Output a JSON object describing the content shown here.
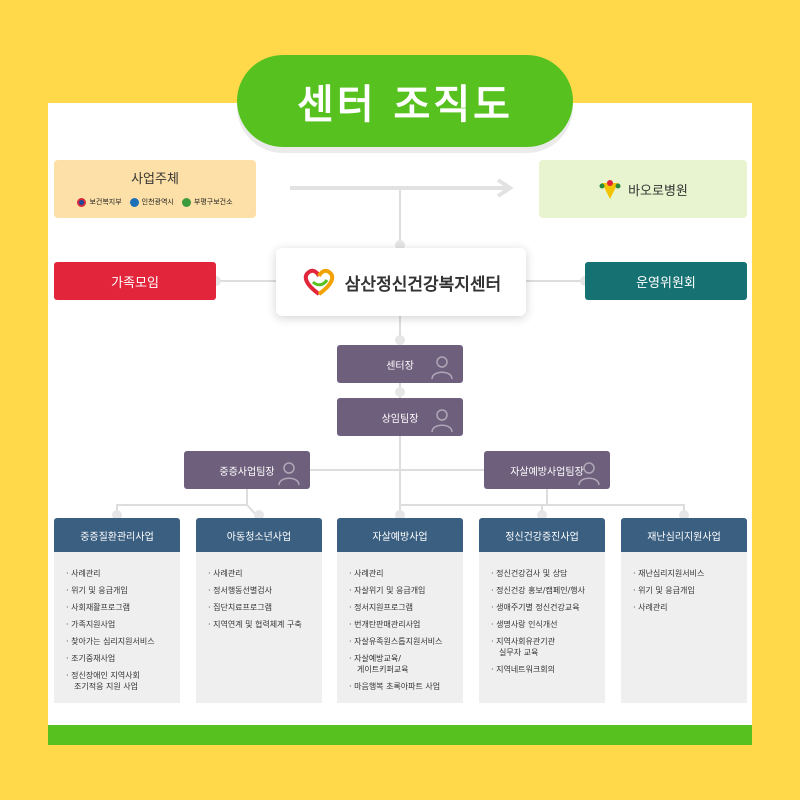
{
  "title": "센터 조직도",
  "sponsor": {
    "label": "사업주체",
    "logos": [
      "보건복지부",
      "인천광역시",
      "부평구보건소"
    ]
  },
  "hospital": {
    "label": "바오로병원"
  },
  "center": {
    "label": "삼산정신건강복지센터"
  },
  "family": {
    "label": "가족모임"
  },
  "committee": {
    "label": "운영위원회"
  },
  "director": {
    "label": "센터장"
  },
  "standing": {
    "label": "상임팀장"
  },
  "addiction_lead": {
    "label": "중증사업팀장"
  },
  "suicide_lead": {
    "label": "자살예방사업팀장"
  },
  "teams": [
    {
      "title": "중증질환관리사업",
      "items": [
        "사례관리",
        "위기 및 응급개입",
        "사회재활프로그램",
        "가족지원사업",
        "찾아가는 심리지원서비스",
        "조기중재사업",
        "정신장애인 지역사회",
        "조기적응 지원 사업"
      ]
    },
    {
      "title": "아동청소년사업",
      "items": [
        "사례관리",
        "정서행동선별검사",
        "집단치료프로그램",
        "지역연계 및 협력체계 구축"
      ]
    },
    {
      "title": "자살예방사업",
      "items": [
        "사례관리",
        "자살위기 및 응급개입",
        "정서지원프로그램",
        "번개탄판매관리사업",
        "자살유족원스톱지원서비스",
        "자살예방교육/",
        "게이트키퍼교육",
        "마음행복 초록아파트 사업"
      ]
    },
    {
      "title": "정신건강증진사업",
      "items": [
        "정신건강검사 및 상담",
        "정신건강 홍보/캠페인/행사",
        "생애주기별 정신건강교육",
        "생명사랑 인식개선",
        "지역사회유관기관",
        "실무자 교육",
        "지역네트워크회의"
      ]
    },
    {
      "title": "재난심리지원사업",
      "items": [
        "재난심리지원서비스",
        "위기 및 응급개입",
        "사례관리"
      ]
    }
  ],
  "colors": {
    "background": "#ffd94a",
    "green": "#56c11f",
    "red": "#e2253a",
    "teal": "#157172",
    "purple": "#6e5f7c",
    "navy": "#3a5f80",
    "sponsor_bg": "#fde0a7",
    "hospital_bg": "#e8f4cf"
  }
}
